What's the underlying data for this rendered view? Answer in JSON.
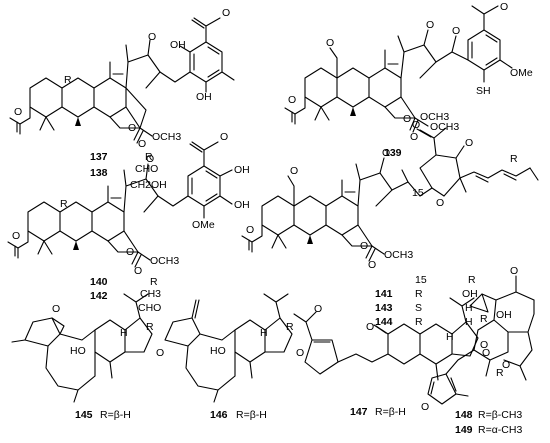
{
  "compounds": [
    {
      "id": "137",
      "r": "CHO"
    },
    {
      "id": "138",
      "r": "CH2OH"
    },
    {
      "id": "139"
    },
    {
      "id": "140",
      "r": "CH3"
    },
    {
      "id": "142",
      "r": "CHO"
    },
    {
      "id": "141",
      "c15": "R",
      "r": "OH"
    },
    {
      "id": "143",
      "c15": "S",
      "r": "H"
    },
    {
      "id": "144",
      "c15": "R",
      "r": "H"
    },
    {
      "id": "145",
      "r": "R=β-H"
    },
    {
      "id": "146",
      "r": "R=β-H"
    },
    {
      "id": "147",
      "r": "R=β-H"
    },
    {
      "id": "148",
      "r": "R=β-CH3"
    },
    {
      "id": "149",
      "r": "R=α-CH3"
    }
  ],
  "table_headers": {
    "r": "R",
    "c15": "15"
  },
  "atoms": {
    "o": "O",
    "oh": "OH",
    "ho": "HO",
    "r": "R",
    "och3": "OCH3",
    "ome": "OMe",
    "sh": "SH",
    "h": "H",
    "c15": "15"
  }
}
